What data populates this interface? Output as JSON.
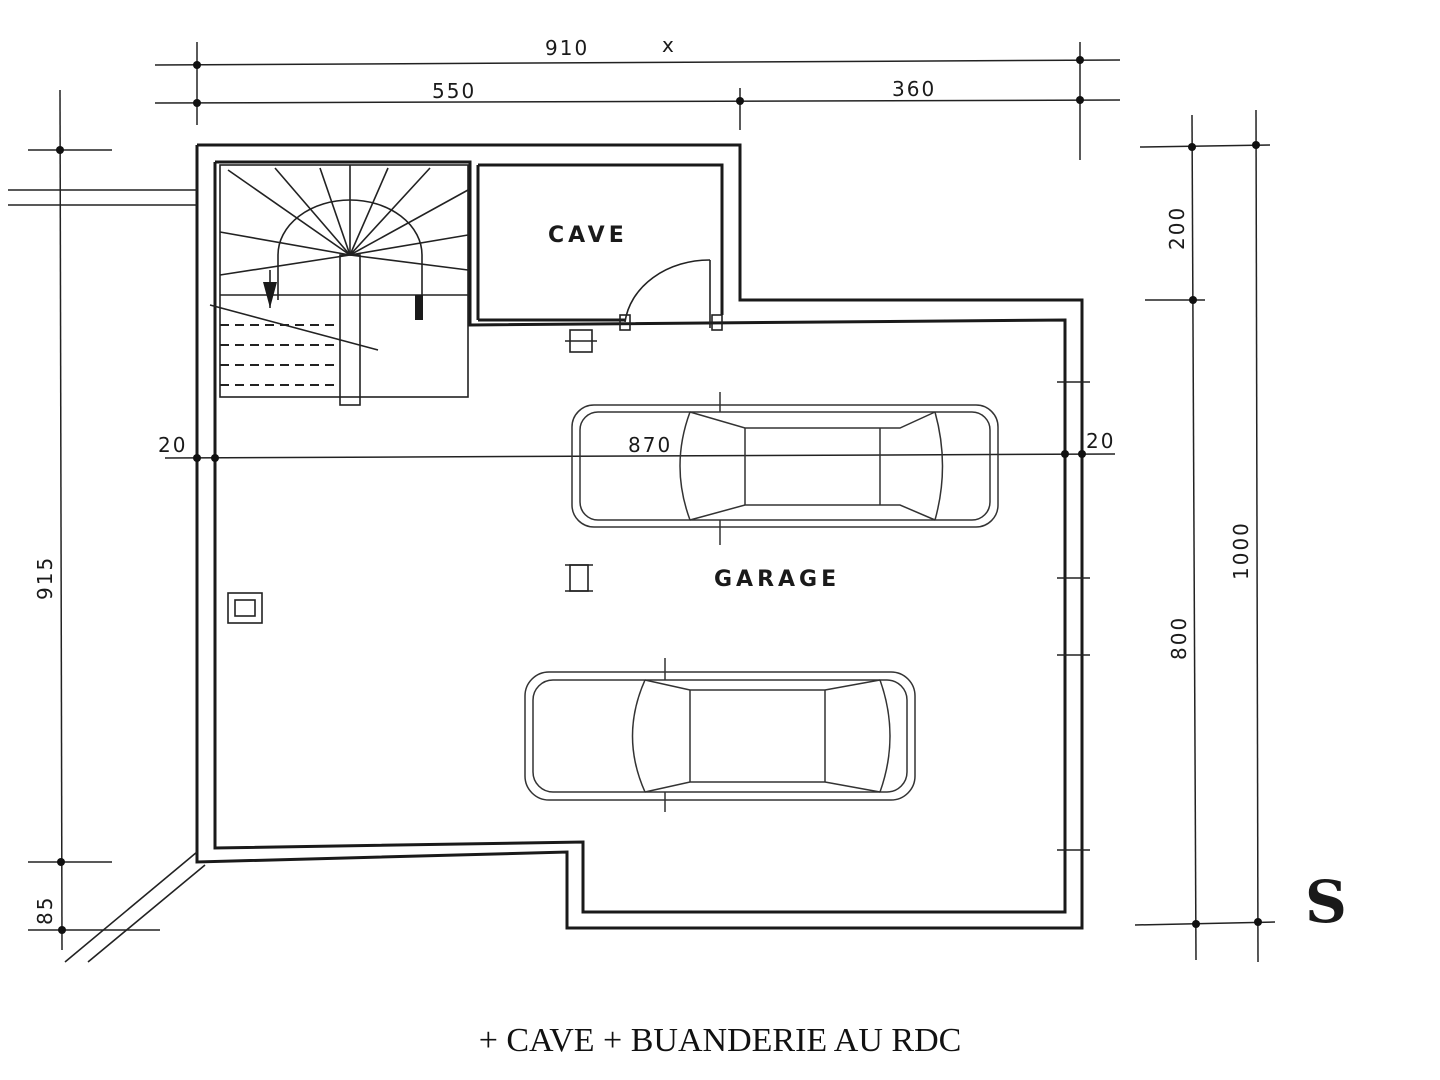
{
  "plan": {
    "rooms": {
      "cave": "CAVE",
      "garage": "GARAGE"
    },
    "dimensions": {
      "top_total": "910",
      "top_mark": "x",
      "top_left": "550",
      "top_right": "360",
      "left_total": "915",
      "left_bottom": "85",
      "right_top": "200",
      "right_middle": "800",
      "right_total": "1000",
      "inner_width": "870",
      "wall_left": "20",
      "wall_right": "20"
    },
    "north_symbol": "S"
  },
  "caption": "+ CAVE + BUANDERIE AU RDC"
}
